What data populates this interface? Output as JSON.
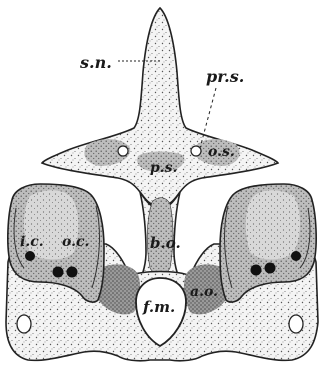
{
  "figure": {
    "labels": {
      "sn": "s.n.",
      "prs": "pr.s.",
      "ps": "p.s.",
      "os": "o.s.",
      "ic": "i.c.",
      "oc": "o.c.",
      "bo": "b.o.",
      "ao": "a.o.",
      "fm": "f.m."
    }
  }
}
